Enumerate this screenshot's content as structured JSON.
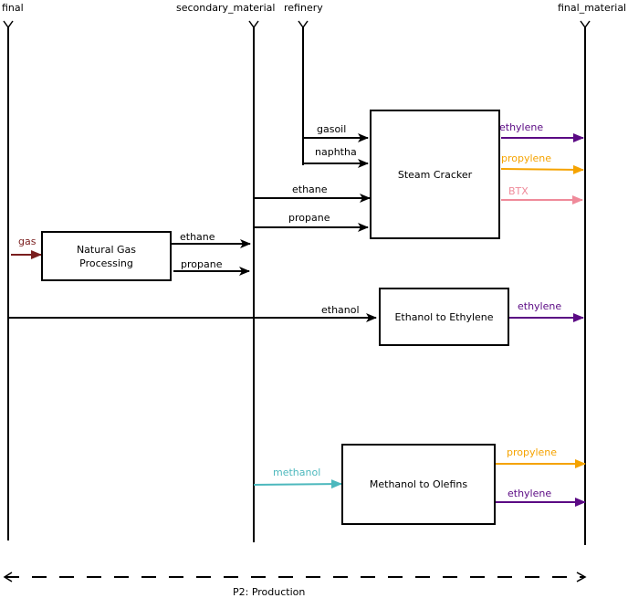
{
  "lanes": {
    "final": "final",
    "secondary_material": "secondary_material",
    "refinery": "refinery",
    "final_material": "final_material"
  },
  "processes": {
    "steam_cracker": "Steam Cracker",
    "natural_gas_processing": "Natural Gas Processing",
    "ethanol_to_ethylene": "Ethanol to Ethylene",
    "methanol_to_olefins": "Methanol to Olefins"
  },
  "flows": {
    "gasoil": "gasoil",
    "naphtha": "naphtha",
    "sc_ethane": "ethane",
    "sc_propane": "propane",
    "sc_ethylene": "ethylene",
    "sc_propylene": "propylene",
    "sc_btx": "BTX",
    "gas": "gas",
    "ngp_ethane": "ethane",
    "ngp_propane": "propane",
    "ethanol": "ethanol",
    "ete_ethylene": "ethylene",
    "methanol": "methanol",
    "mto_propylene": "propylene",
    "mto_ethylene": "ethylene"
  },
  "footer": {
    "period": "P2: Production"
  },
  "colors": {
    "ethylene": "#5b0a84",
    "propylene": "#f5a300",
    "btx": "#ef8a9a",
    "gas": "#7a1e1e",
    "methanol": "#4cb8bd",
    "black": "#000000"
  }
}
